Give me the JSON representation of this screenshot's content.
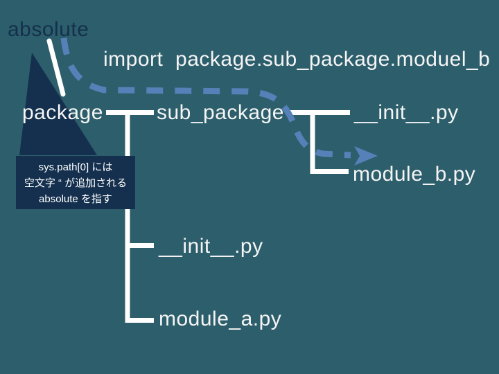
{
  "slide": {
    "mode_label": "absolute",
    "import_statement": "import  package.sub_package.moduel_b"
  },
  "tree": {
    "nodes": [
      {
        "id": "package",
        "label": "package"
      },
      {
        "id": "sub_package",
        "label": "sub_package"
      },
      {
        "id": "sub_init",
        "label": "__init__.py"
      },
      {
        "id": "module_b",
        "label": "module_b.py"
      },
      {
        "id": "pkg_init",
        "label": "__init__.py"
      },
      {
        "id": "module_a",
        "label": "module_a.py"
      }
    ]
  },
  "callout": {
    "lines": [
      "sys.path[0] には",
      "空文字 “ が追加される",
      "absolute を指す"
    ]
  },
  "colors": {
    "background": "#2d5e6b",
    "navy": "#14304e",
    "white_line": "#ffffff",
    "dash_blue": "#5580b8",
    "text_light": "#f5f5f5"
  }
}
